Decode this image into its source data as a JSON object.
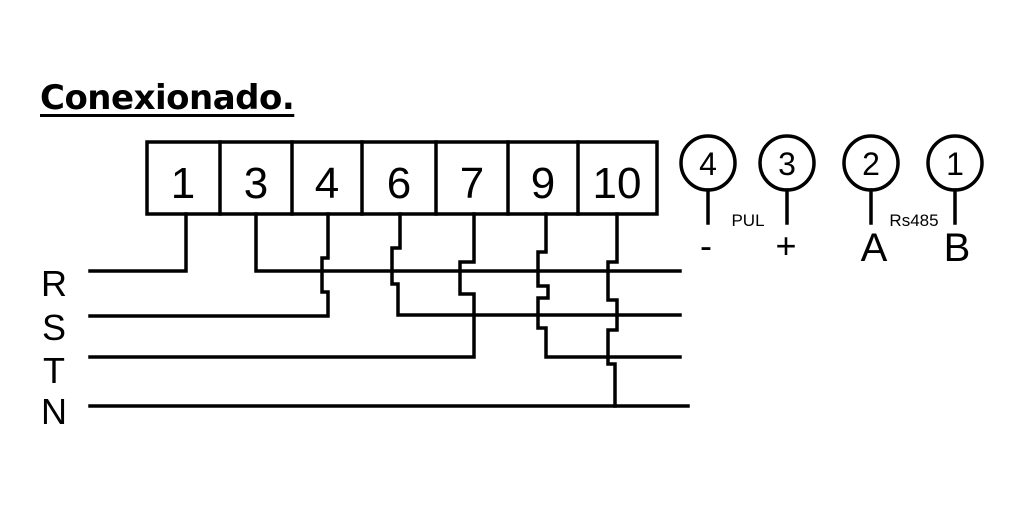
{
  "title": "Conexionado.",
  "terminal_block": {
    "terminals": [
      "1",
      "3",
      "4",
      "6",
      "7",
      "9",
      "10"
    ]
  },
  "aux_terminals": [
    {
      "number": "4",
      "sign": "-"
    },
    {
      "number": "3",
      "sign": "+"
    },
    {
      "number": "2",
      "sign": "A"
    },
    {
      "number": "1",
      "sign": "B"
    }
  ],
  "aux_groups": {
    "pulse": "PUL",
    "rs485": "Rs485"
  },
  "lines": [
    "R",
    "S",
    "T",
    "N"
  ]
}
